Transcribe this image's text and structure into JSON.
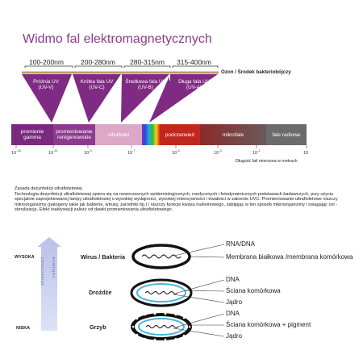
{
  "title": "Widmo fal elektromagnetycznych",
  "ranges": [
    "100-200nm",
    "200-280nm",
    "280-315nm",
    "315-400nm"
  ],
  "uv_types": [
    {
      "name": "Próżnia UV",
      "code": "(UV-V)"
    },
    {
      "name": "Krótka fala UV",
      "code": "(UV-C)"
    },
    {
      "name": "Średkowa fala UV",
      "code": "(UV-B)"
    },
    {
      "name": "Długa fala UV",
      "code": "(UV-A)"
    }
  ],
  "ozone_label": "Ozon / Środek bakteriobójczy",
  "bands": [
    {
      "label": "promienie gamma",
      "color": "#7a2a7d"
    },
    {
      "label": "promieniowanie rentgenowskie",
      "color": "#8c3a8e"
    },
    {
      "label": "ultrafiolet",
      "color": "#dca8c5"
    },
    {
      "label": "podczerwień",
      "color": "#c2271d"
    },
    {
      "label": "mikrofale",
      "color": "#8e2c2c"
    },
    {
      "label": "fale radiowe",
      "color": "#6b6b6b"
    }
  ],
  "ticks": [
    {
      "base": "10",
      "exp": "-15"
    },
    {
      "base": "10",
      "exp": "-11"
    },
    {
      "base": "10",
      "exp": "-9"
    },
    {
      "base": "10",
      "exp": "-7"
    },
    {
      "base": "10",
      "exp": "-5"
    },
    {
      "base": "10",
      "exp": "-3"
    },
    {
      "base": "10",
      "exp": "-1"
    },
    {
      "base": "10",
      "exp": ""
    }
  ],
  "wavelength_note": "Długość fali mierzona w metrach",
  "body": [
    "Zasada dezynfekcji ultrafioletowej",
    "Technologia dezynfekcji ultrafioletowej opiera się na nowoczesnych epidemiologicznych, medycznych i fotodynamicznych podstawach badawczych, przy użyciu specjalnie zaprojektowanej lampy ultrafioletowej o wysokiej wydajności, wysokiej intensywności i trwałości w zakresie UVC. Promieniowanie ultrafioletowe niszczy mikroorganizmy (patogeny takie jak bakterie, wirusy, zarodniki itp.) i niszczy funkcje kwasu nukleinowego, zabijając w ten sposób mikroorganizmy i osiągając cel - sterylizację. Efekt inaktywacji zależy od dawki promieniowania ultrafioletowego."
  ],
  "sensitivity": {
    "high": "WYSOKA",
    "low": "NISKA",
    "arrow_left": "skuteczność",
    "arrow_right": "zabijania"
  },
  "organisms": [
    {
      "name": "Wirus / Bakteria",
      "parts": [
        "RNA/DNA",
        "Membrana białkowa /membrana komórkowa"
      ]
    },
    {
      "name": "Drożdże",
      "parts": [
        "DNA",
        "Ściana komórkowa",
        "Jądro"
      ]
    },
    {
      "name": "Grzyb",
      "parts": [
        "DNA",
        "Ściana komórkowa + pigment",
        "Jądro"
      ]
    }
  ]
}
